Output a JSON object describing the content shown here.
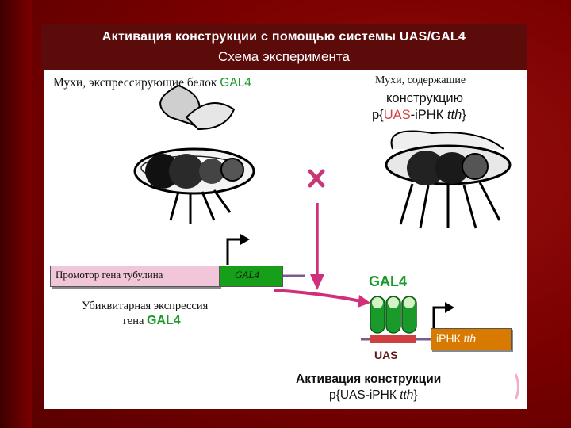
{
  "header": {
    "title": "Активация конструкции с помощью системы UAS/GAL4",
    "subtitle": "Схема эксперимента"
  },
  "left_flies": {
    "label_prefix": "Мухи, экспрессирующие белок",
    "label_gene": "GAL4"
  },
  "right_flies": {
    "line1": "Мухи, содержащие",
    "line2": "конструкцию",
    "construct_prefix": "p{",
    "construct_uas": "UAS",
    "construct_dash": "-",
    "construct_rna": "iРНК",
    "construct_gene": "tth",
    "construct_suffix": "}"
  },
  "cross_symbol": "X",
  "left_construct": {
    "promoter_label": "Промотор гена тубулина",
    "gene_label": "GAL4",
    "caption_line1": "Убиквитарная экспрессия",
    "caption_line2_prefix": "гена",
    "caption_line2_gene": "GAL4"
  },
  "right_construct": {
    "protein_label": "GAL4",
    "uas_label": "UAS",
    "rna_label": "iРНК",
    "rna_gene": "tth"
  },
  "activation": {
    "line1": "Активация конструкции",
    "line2_prefix": "p{",
    "line2_uas": "UAS",
    "line2_mid": "-iРНК",
    "line2_gene": "tth",
    "line2_suffix": "}"
  },
  "colors": {
    "background": "#7a0000",
    "title_bar": "#5c0b0b",
    "gal4_green": "#1a9a2a",
    "arrow_magenta": "#d0307a",
    "promoter_pink": "#f0c6d8",
    "rna_orange": "#d97a00",
    "uas_red": "#d04040"
  }
}
